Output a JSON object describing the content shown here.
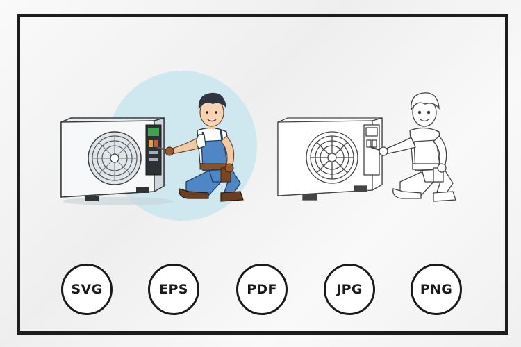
{
  "colors": {
    "frame": "#1d1d1d",
    "accent_circle": "#cfe7ef",
    "overalls": "#4f86c6",
    "hair": "#2f3440",
    "gloves": "#9a5a2c"
  },
  "illustrations": {
    "colored": {
      "icon": "technician-repairing-ac-unit-color"
    },
    "outline": {
      "icon": "technician-repairing-ac-unit-lineart"
    }
  },
  "formats": [
    "SVG",
    "EPS",
    "PDF",
    "JPG",
    "PNG"
  ]
}
